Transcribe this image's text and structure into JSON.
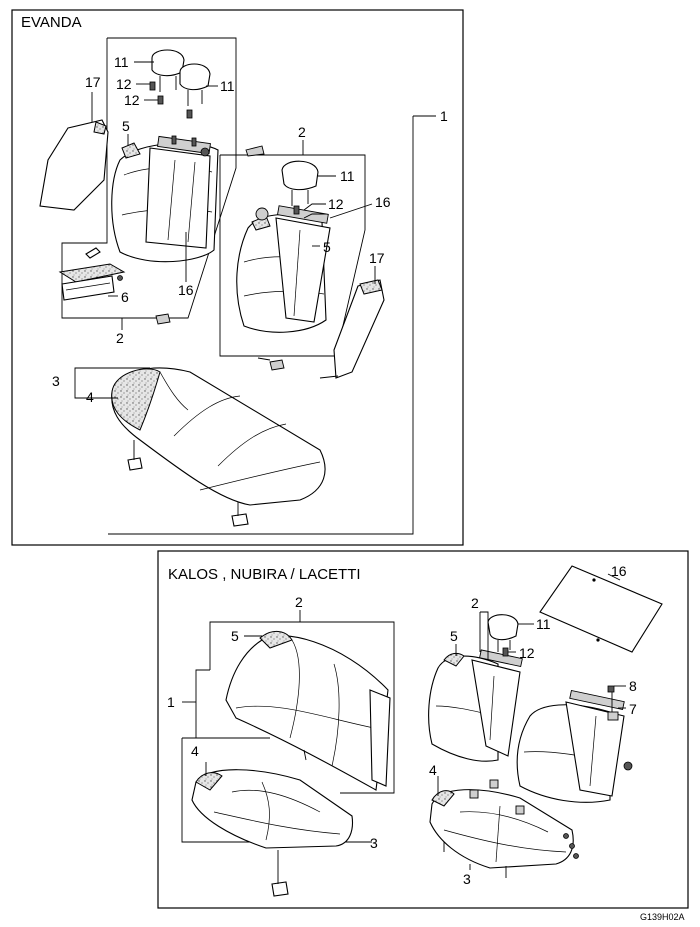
{
  "sections": {
    "evanda": {
      "title": "EVANDA"
    },
    "kalos": {
      "title": "KALOS , NUBIRA / LACETTI"
    }
  },
  "callouts": {
    "c1": "1",
    "c2": "2",
    "c3": "3",
    "c4": "4",
    "c5": "5",
    "c6": "6",
    "c7": "7",
    "c8": "8",
    "c11": "11",
    "c12": "12",
    "c16": "16",
    "c17": "17"
  },
  "figure_code": "G139H02A",
  "icons": [
    "headrest",
    "seat-cushion",
    "seat-back",
    "side-bolster",
    "armrest",
    "bracket",
    "bolt"
  ]
}
